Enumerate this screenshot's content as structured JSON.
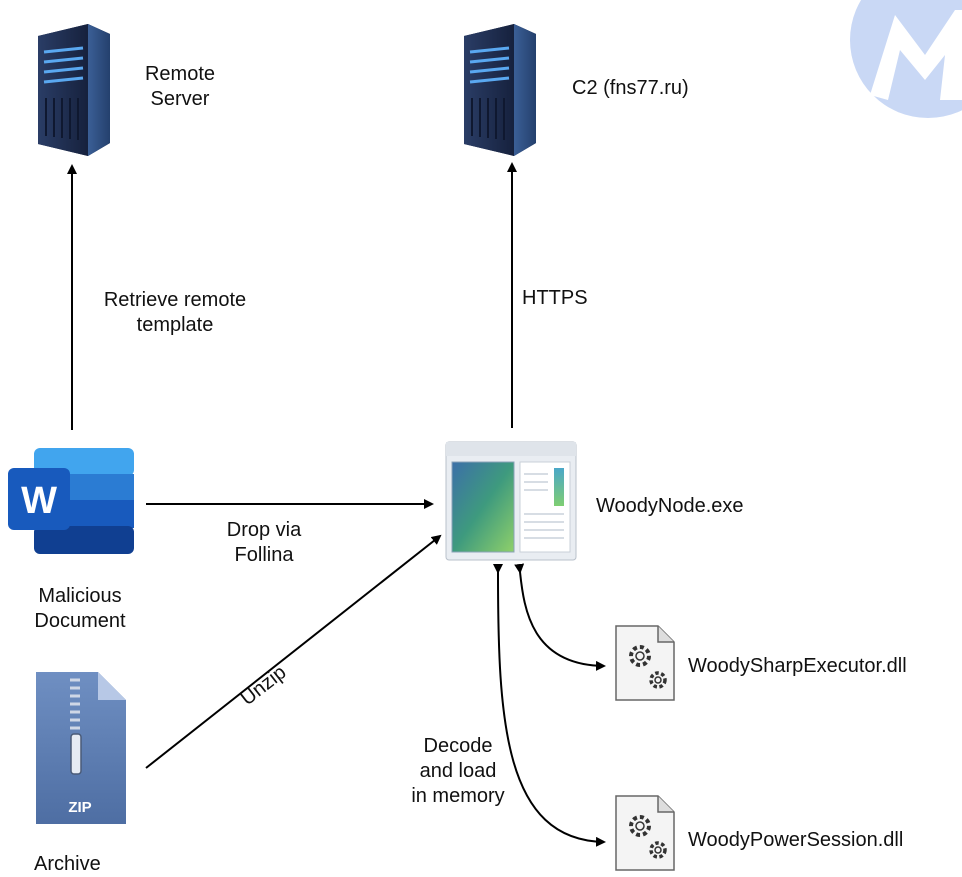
{
  "nodes": {
    "remote_server": {
      "label": "Remote\nServer",
      "icon": "server-tower-icon"
    },
    "c2": {
      "label": "C2 (fns77.ru)",
      "icon": "server-tower-icon"
    },
    "malicious_document": {
      "label": "Malicious\nDocument",
      "icon": "word-document-icon"
    },
    "archive": {
      "label": "Archive",
      "icon": "zip-archive-icon",
      "badge": "ZIP"
    },
    "woodynode": {
      "label": "WoodyNode.exe",
      "icon": "application-window-icon"
    },
    "woodysharp": {
      "label": "WoodySharpExecutor.dll",
      "icon": "dll-gear-file-icon"
    },
    "woodypower": {
      "label": "WoodyPowerSession.dll",
      "icon": "dll-gear-file-icon"
    }
  },
  "edges": {
    "retrieve_template": "Retrieve remote\ntemplate",
    "https": "HTTPS",
    "drop_via_follina": "Drop via\nFollina",
    "unzip": "Unzip",
    "decode_load": "Decode\nand load\nin memory"
  },
  "colors": {
    "server_dark": "#1b2747",
    "server_light": "#34598f",
    "server_led": "#5aa8f0",
    "word_blue_1": "#41a5ee",
    "word_blue_2": "#2b7cd3",
    "word_blue_3": "#185abd",
    "word_blue_4": "#103f91",
    "zip_blue": "#5a7cb0",
    "logo_blue": "#c9d8f5"
  }
}
